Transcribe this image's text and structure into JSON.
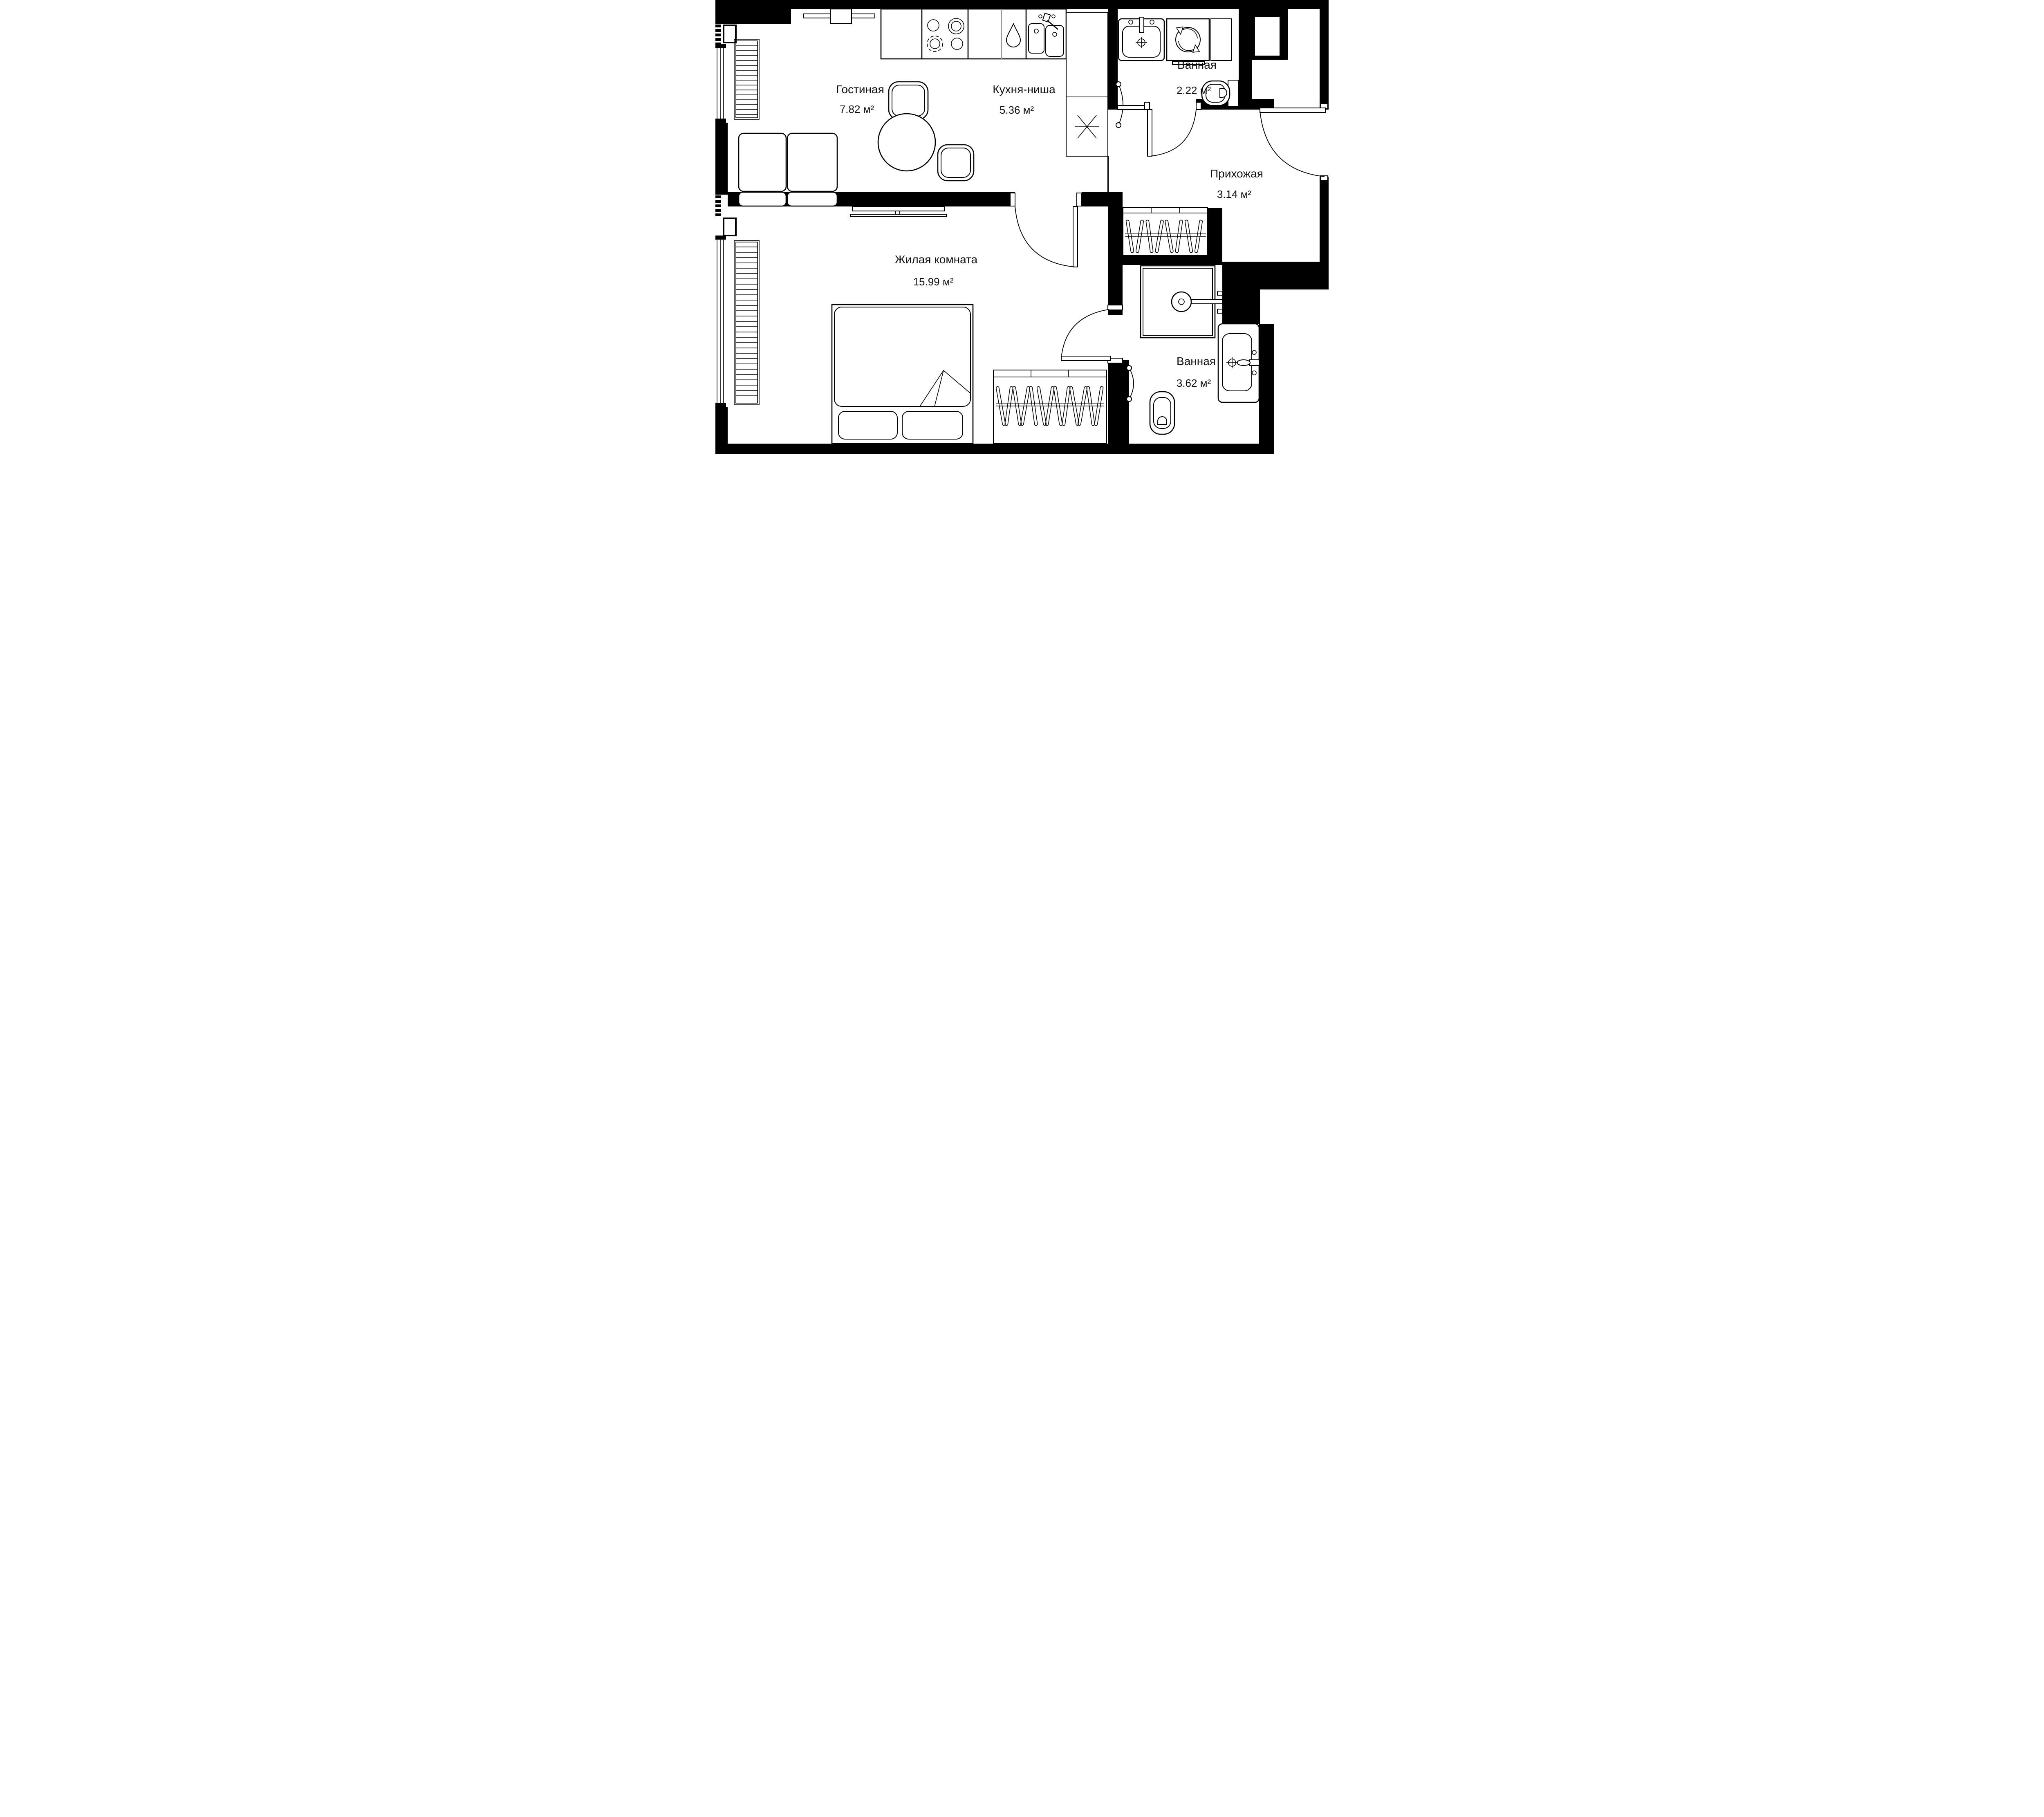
{
  "plan": {
    "type": "apartment-floor-plan",
    "background_color": "#ffffff",
    "wall_color": "#000000",
    "line_color": "#000000",
    "divider_gray": "#9a9a9a",
    "area_unit": "м²",
    "rooms": [
      {
        "id": "living",
        "name": "Гостиная",
        "area": "7.82 м²"
      },
      {
        "id": "kitchen",
        "name": "Кухня-ниша",
        "area": "5.36 м²"
      },
      {
        "id": "bath_top",
        "name": "Ванная",
        "area": "2.22 м²"
      },
      {
        "id": "hall",
        "name": "Прихожая",
        "area": "3.14 м²"
      },
      {
        "id": "bedroom",
        "name": "Жилая комната",
        "area": "15.99 м²"
      },
      {
        "id": "bath_bottom",
        "name": "Ванная",
        "area": "3.62 м²"
      }
    ],
    "fixtures": [
      "wall-tv",
      "sofa",
      "dining-table",
      "chair",
      "chair",
      "stove-4-burners",
      "fridge-drop-symbol",
      "kitchen-double-sink",
      "ventilation-closet-x",
      "washbasin",
      "washing-machine",
      "cabinet",
      "toilet",
      "toilet",
      "towel-rail",
      "towel-rail",
      "shower-head",
      "vanity-basin",
      "double-bed",
      "pillow",
      "pillow",
      "hanger-wardrobe",
      "hanger-wardrobe",
      "radiator",
      "radiator",
      "window",
      "window",
      "entrance-door",
      "interior-door",
      "interior-door",
      "interior-door"
    ]
  }
}
